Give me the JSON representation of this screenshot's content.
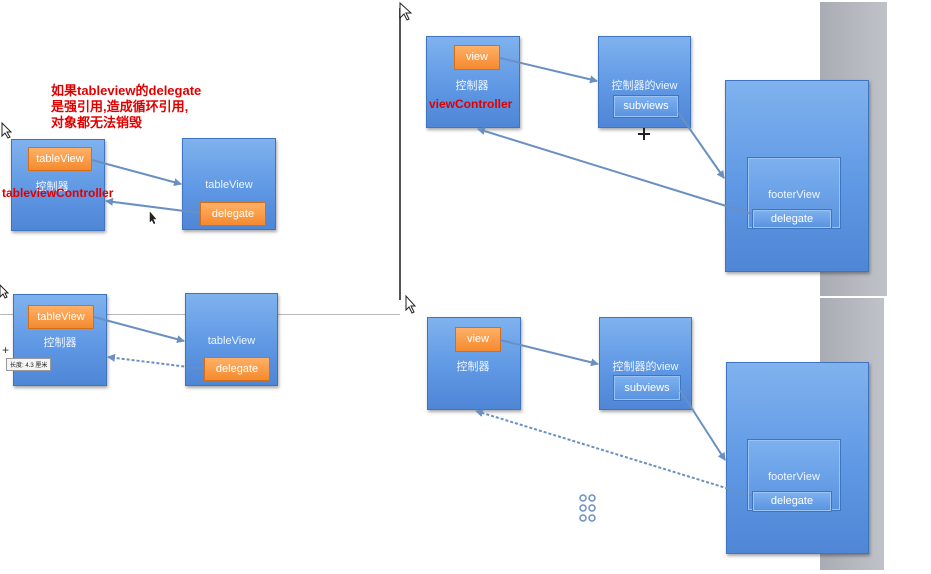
{
  "annotation": {
    "line1": "如果tableview的delegate",
    "line2": "是强引用,造成循环引用,",
    "line3": "对象都无法销毁"
  },
  "top_left": {
    "controller_label": "控制器",
    "tableview_tag": "tableView",
    "red_label": "tableviewController",
    "tableview_box_label": "tableView",
    "delegate_label": "delegate"
  },
  "bottom_left": {
    "controller_label": "控制器",
    "tableview_tag": "tableView",
    "tableview_box_label": "tableView",
    "delegate_label": "delegate",
    "tooltip": "长度: 4.3 厘米"
  },
  "top_right": {
    "view_tag": "view",
    "controller_label": "控制器",
    "red_label": "viewController",
    "controller_view_label": "控制器的view",
    "subviews_label": "subviews",
    "footer_label": "footerView",
    "delegate_label": "delegate"
  },
  "bottom_right": {
    "view_tag": "view",
    "controller_label": "控制器",
    "controller_view_label": "控制器的view",
    "subviews_label": "subviews",
    "footer_label": "footerView",
    "delegate_label": "delegate"
  },
  "colors": {
    "box_blue": "#5f98e4",
    "tag_orange": "#f58a2e",
    "arrow": "#6a8fc2",
    "annotation_red": "#e00000"
  }
}
